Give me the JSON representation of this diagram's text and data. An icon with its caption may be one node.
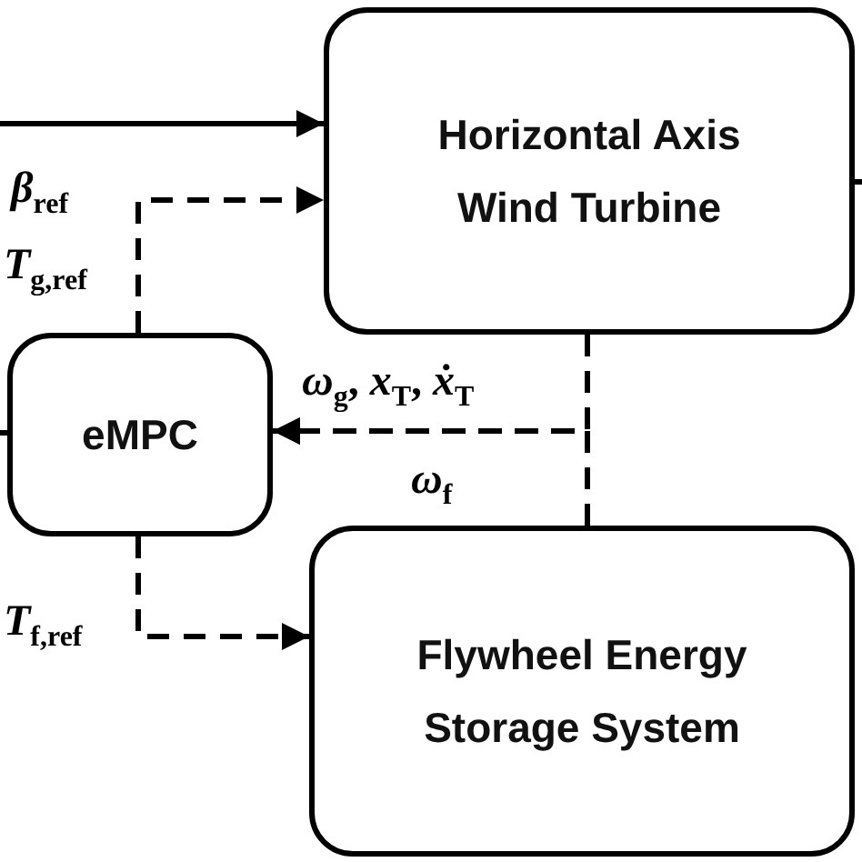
{
  "diagram": {
    "nodes": [
      {
        "text": [
          "Horizontal Axis Wind Turbine"
        ]
      },
      {
        "text": [
          "eMPC"
        ]
      },
      {
        "text": [
          "Flywheel Energy Storage System"
        ]
      }
    ],
    "edges": [
      {
        "from": null,
        "to": 0,
        "arrow": "to"
      },
      {
        "from": 0,
        "to": null,
        "arrow": "none"
      },
      {
        "from": 1,
        "to": null,
        "arrow": "none"
      },
      {
        "from": 1,
        "to": 0,
        "arrow": "to",
        "style": "dashed",
        "label": "*β*$_{ref}$"
      },
      {
        "from": 0,
        "to": 1,
        "arrow": "to",
        "style": "dashed",
        "label": "*ω*$_{g}$, *x*$_{T}$, *ẋ*$_{T}$"
      },
      {
        "from": 2,
        "to": 1,
        "arrow": "to",
        "style": "dashed",
        "label": "*ω*$_{f}$"
      },
      {
        "from": 1,
        "to": 2,
        "arrow": "to",
        "style": "dashed",
        "label": "*T*$_{f,ref}$"
      }
    ],
    "labels": [
      "*T*$_{g,ref}$"
    ]
  }
}
